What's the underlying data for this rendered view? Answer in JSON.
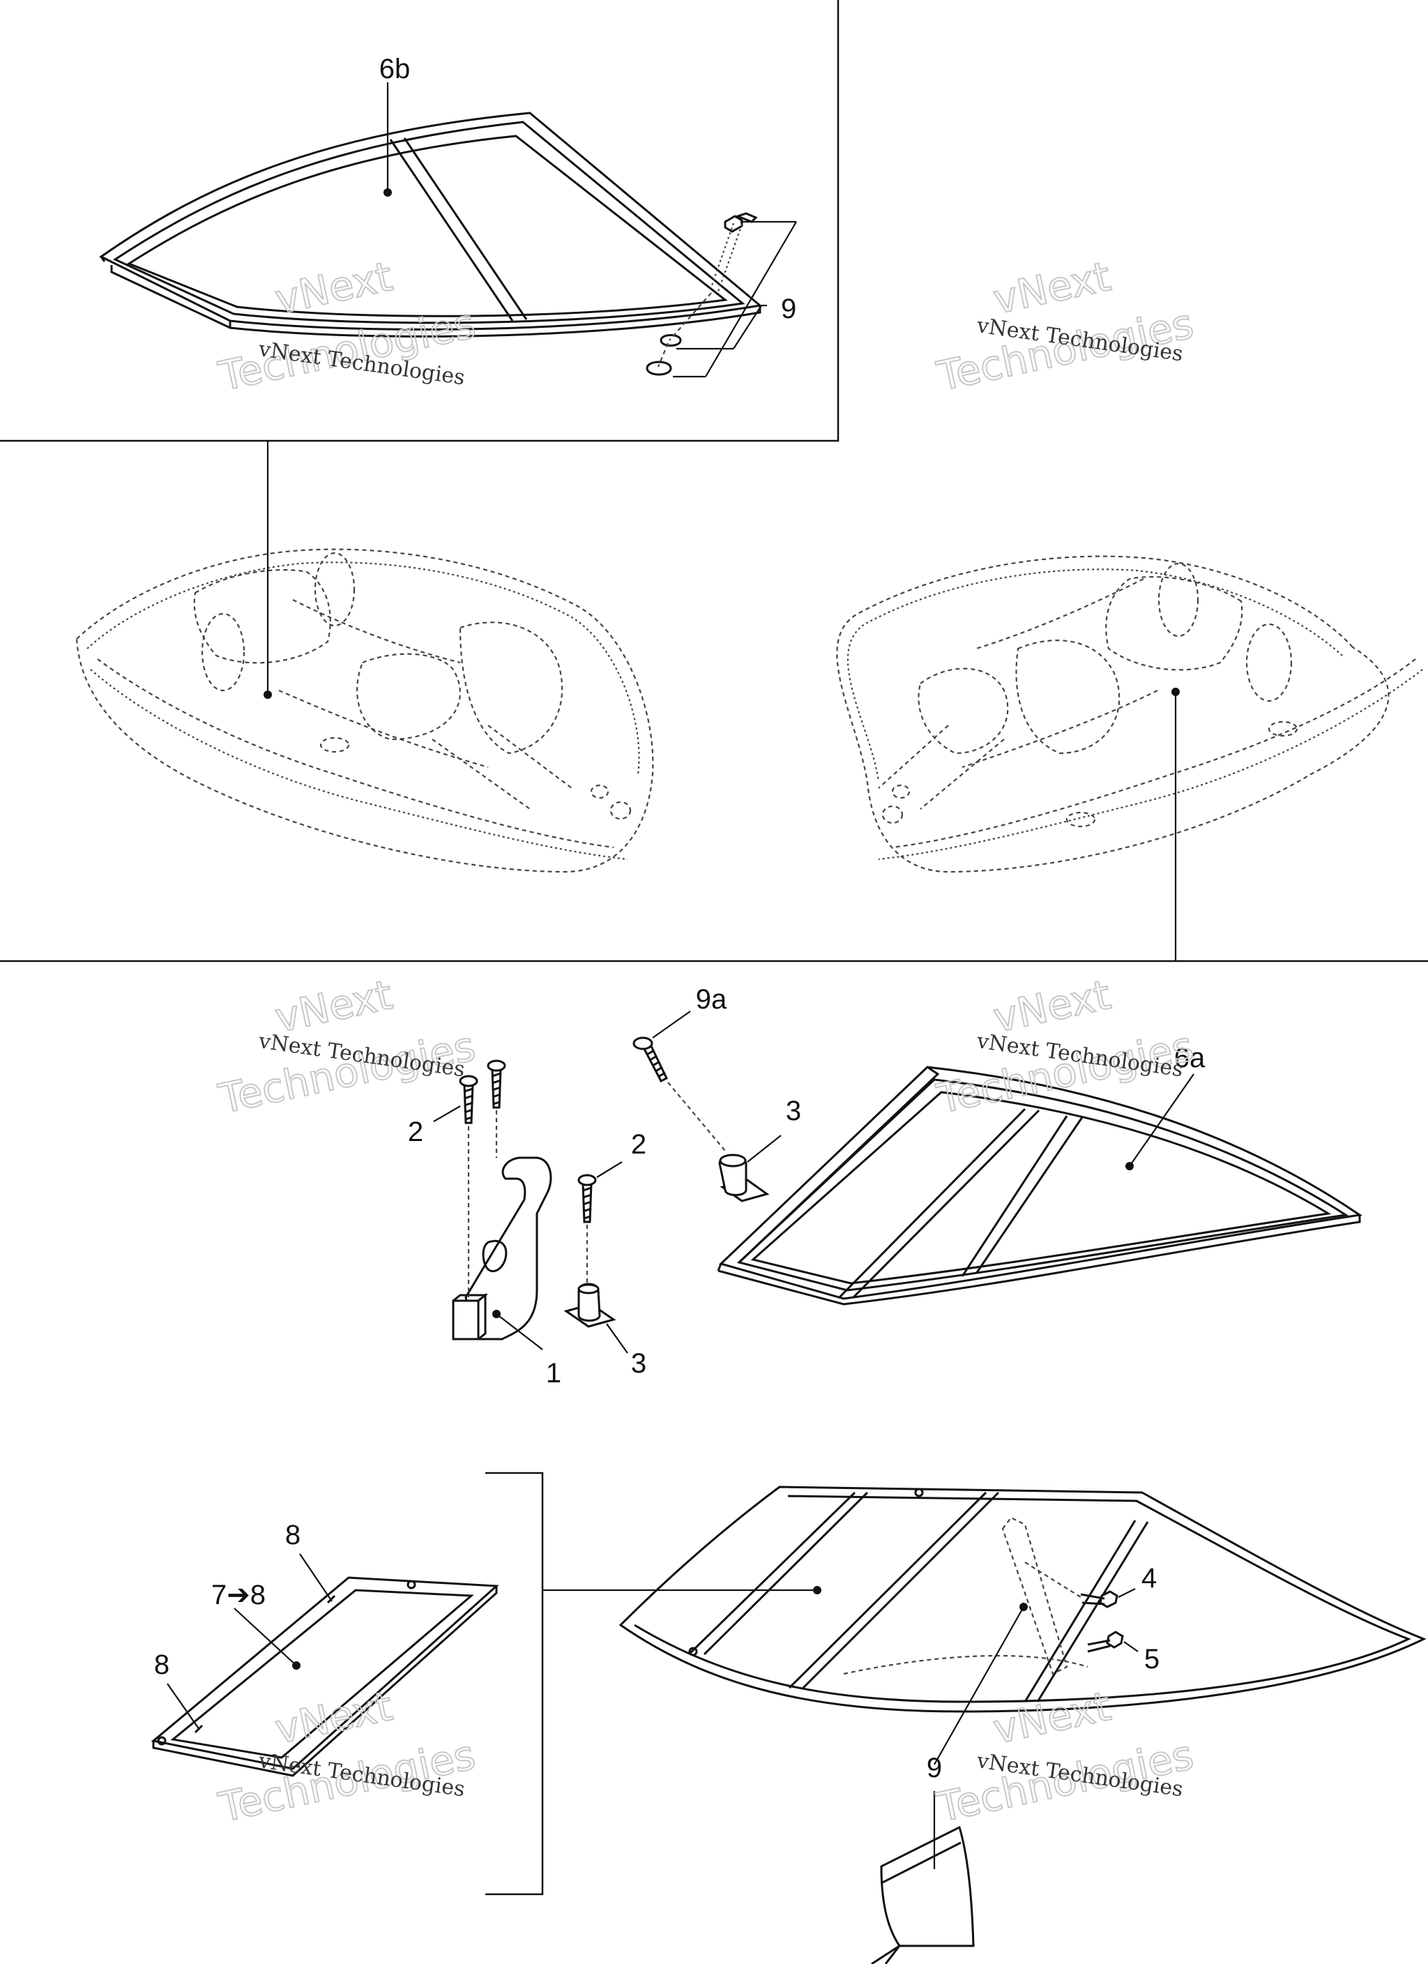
{
  "labels": {
    "windshield_top": "6b",
    "windshield_right": "6a",
    "fasteners_top": "9",
    "screw_9a": "9a",
    "bracket": "1",
    "screw_left": "2",
    "screw_mid": "2",
    "grommet_top": "3",
    "grommet_bottom": "3",
    "bolt_4": "4",
    "bolt_5": "5",
    "hardware_bag": "9",
    "frame_top": "8",
    "frame_side": "8",
    "frame_mid": "7➔8"
  },
  "watermark": {
    "line1": "vNext Technologies",
    "line2": "vNext",
    "line3": "Technologies"
  }
}
